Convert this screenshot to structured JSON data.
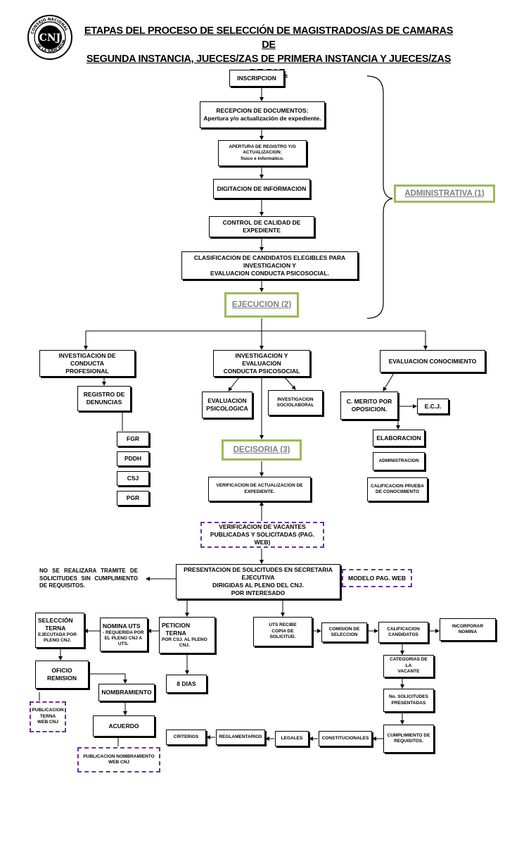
{
  "title": {
    "line1": "ETAPAS DEL PROCESO DE SELECCIÓN DE MAGISTRADOS/AS  DE CAMARAS DE",
    "line2": "SEGUNDA INSTANCIA, JUECES/ZAS  DE PRIMERA INSTANCIA Y JUECES/ZAS  DE PAZ."
  },
  "logo": {
    "icon": "cnj-seal-logo",
    "text": "CONSEJO NACIONAL DE LA JUDICATURA CNJ"
  },
  "stages": {
    "administrativa": "ADMINISTRATIVA (1)",
    "ejecucion": "EJECUCION (2)",
    "decisoria": "DECISORIA (3)"
  },
  "admin_flow": {
    "inscripcion": "INSCRIPCION",
    "recepcion": "RECEPCION DE DOCUMENTOS:\nApertura  y/o actualización de expediente.",
    "apertura": "APERTURA DE REGISTRO Y/O\nACTUALIZACION:\nfísico e Informático.",
    "digitacion": "DIGITACION DE INFORMACION",
    "control": "CONTROL DE CALIDAD DE EXPEDIENTE",
    "clasificacion": "CLASIFICACION DE CANDIDATOS ELEGIBLES PARA INVESTIGACION Y\nEVALUACION CONDUCTA PSICOSOCIAL."
  },
  "ejecucion_flow": {
    "inv_conducta_prof": "INVESTIGACION DE CONDUCTA\nPROFESIONAL",
    "registro_denuncias": "REGISTRO DE\nDENUNCIAS",
    "fgr": "FGR",
    "pddh": "PDDH",
    "csj": "CSJ",
    "pgr": "PGR",
    "inv_eval_psico": "INVESTIGACION Y EVALUACION\nCONDUCTA PSICOSOCIAL",
    "eval_psicologica": "EVALUACION\nPSICOLOGICA",
    "inv_sociolaboral": "INVESTIGACION\nSOCIOLABORAL",
    "eval_conocimiento": "EVALUACION CONOCIMIENTO",
    "merito": "C. MERITO POR\nOPOSICION.",
    "ecj": "E.C.J.",
    "elaboracion": "ELABORACION",
    "administracion": "ADMINISTRACION",
    "calificacion_prueba": "CALIFICACION PRUEBA\nDE CONOCIMIENTO"
  },
  "decisoria_flow": {
    "verif_actualizacion": "VERIFICACION  DE ACTUALIZACION DE\nEXPEDIENTE.",
    "verif_vacantes": "VERIFICACION DE VACANTES\nPUBLICADAS Y SOLICITADAS (PAG. WEB)",
    "presentacion": "PRESENTACION DE SOLICITUDES EN SECRETARIA EJECUTIVA\nDIRIGIDAS AL PLENO DEL CNJ.\nPOR INTERESADO",
    "note_no_tramite": "NO  SE  REALIZARA  TRAMITE  DE SOLICITUDES  SIN  CUMPLIMIENTO DE REQUISITOS.",
    "modelo_web": "MODELO PAG. WEB"
  },
  "final_flow": {
    "seleccion_terna_title": "SELECCIÓN\nTERNA",
    "seleccion_terna_sub": "EJECUTADA POR\nPLENO CNJ.",
    "nomina_uts_title": "NOMINA UTS",
    "nomina_uts_sub": "- REQUERIDA POR\nEL PLENO CNJ A\nUTS.",
    "peticion_title": "PETICION\nTERNA",
    "peticion_sub": "POR CSJ. AL PLENO\nCNJ.",
    "ocho_dias": "8 DIAS",
    "uts_recibe": "UTS RECIBE\nCOPIA  DE\nSOLICITUD.",
    "comision": "COMISION DE\nSELECCION",
    "calificacion_candidatos": "CALIFICACION\nCANDIDATOS",
    "incorporar_nomina": "INCORPORAR\nNOMINA",
    "categorias": "CATEGORIAS DE LA\nVACANTE",
    "no_solicitudes": "No. SOLICITUDES\nPRESENTADAS",
    "cumplimiento": "CUMPLIMIENTO DE\nREQUISITOS.",
    "constitucionales": "CONSTITUCIONALES",
    "legales": "LEGALES",
    "reglamentarios": "REGLAMENTARIOS",
    "criterios": "CRITERIOS",
    "oficio_remision": "OFICIO\nREMISION",
    "publicacion_terna": "PUBLICACION\nTERNA\nWEB CNJ",
    "nombramiento": "NOMBRAMIENTO",
    "acuerdo": "ACUERDO",
    "publicacion_nombramiento": "PUBLICACION NOMBRAMIENTO\nWEB CNJ"
  },
  "colors": {
    "stage_border": "#9bbb59",
    "dashed_border": "#7030a0",
    "line": "#000000"
  }
}
